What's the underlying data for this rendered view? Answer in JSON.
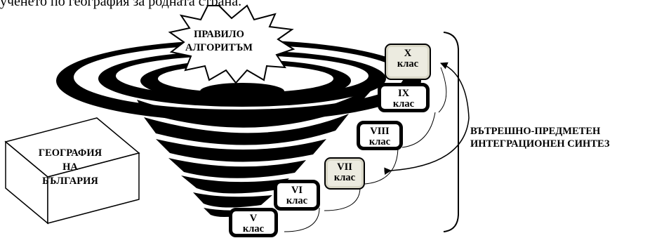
{
  "caption": "ученето по география за родната страна.",
  "burst": {
    "line1": "ПРАВИЛО",
    "line2": "АЛГОРИТЪМ"
  },
  "box": {
    "line1": "ГЕОГРАФИЯ",
    "line2": "НА",
    "line3": "БЪЛГАРИЯ"
  },
  "side_label": {
    "line1": "ВЪТРЕШНО-ПРЕДМЕТЕН",
    "line2": "ИНТЕГРАЦИОНЕН СИНТЕЗ"
  },
  "grades": [
    {
      "id": "x",
      "roman": "X",
      "word": "клас",
      "style": "light"
    },
    {
      "id": "ix",
      "roman": "IX",
      "word": "клас",
      "style": "thick"
    },
    {
      "id": "viii",
      "roman": "VIII",
      "word": "клас",
      "style": "thick"
    },
    {
      "id": "vii",
      "roman": "VII",
      "word": "клас",
      "style": "light"
    },
    {
      "id": "vi",
      "roman": "VI",
      "word": "клас",
      "style": "thick"
    },
    {
      "id": "v",
      "roman": "V",
      "word": "клас",
      "style": "thick"
    }
  ]
}
